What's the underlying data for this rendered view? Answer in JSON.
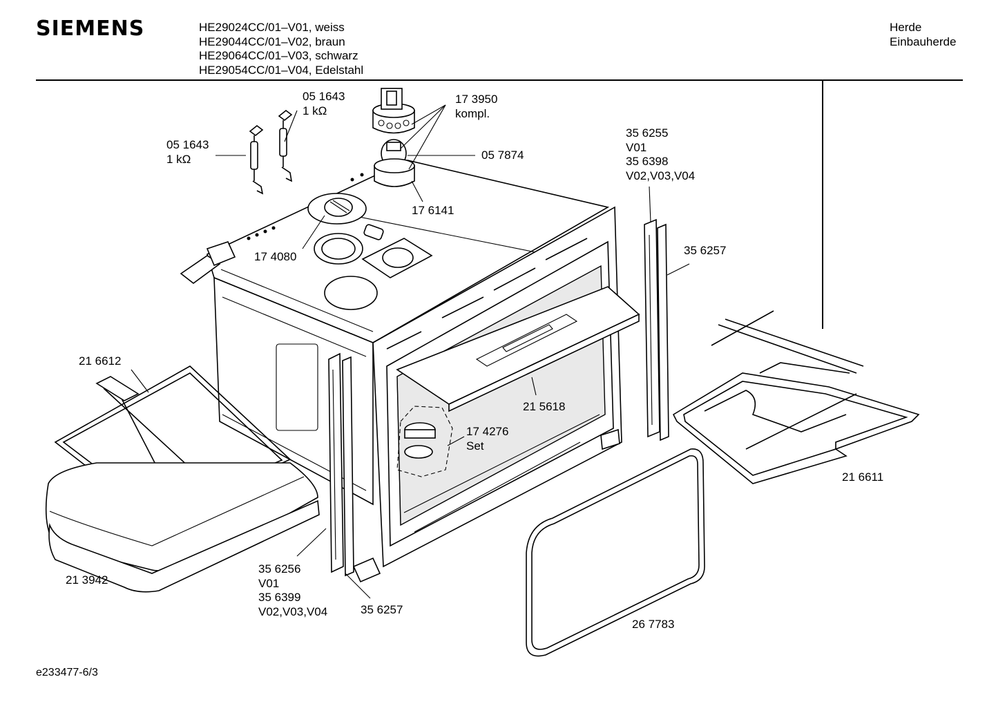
{
  "header": {
    "brand": "SIEMENS",
    "models": [
      "HE29024CC/01–V01, weiss",
      "HE29044CC/01–V02, braun",
      "HE29064CC/01–V03, schwarz",
      "HE29054CC/01–V04, Edelstahl"
    ],
    "category": [
      "Herde",
      "Einbauherde"
    ]
  },
  "parts": {
    "p051643_top": [
      "05 1643",
      "1 kΩ"
    ],
    "p051643_left": [
      "05 1643",
      "1 kΩ"
    ],
    "p173950": [
      "17 3950",
      "kompl."
    ],
    "p057874": "05 7874",
    "p176141": "17 6141",
    "p174080": "17 4080",
    "p356255": [
      "35 6255",
      "V01",
      "35 6398",
      "V02,V03,V04"
    ],
    "p356257_right": "35 6257",
    "p216612": "21 6612",
    "p215618": "21 5618",
    "p174276": [
      "17 4276",
      "Set"
    ],
    "p216611": "21 6611",
    "p213942": "21 3942",
    "p356256": [
      "35 6256",
      "V01",
      "35 6399",
      "V02,V03,V04"
    ],
    "p356257_bottom": "35 6257",
    "p267783": "26 7783"
  },
  "footer": {
    "doc_id": "e233477-6/3"
  }
}
